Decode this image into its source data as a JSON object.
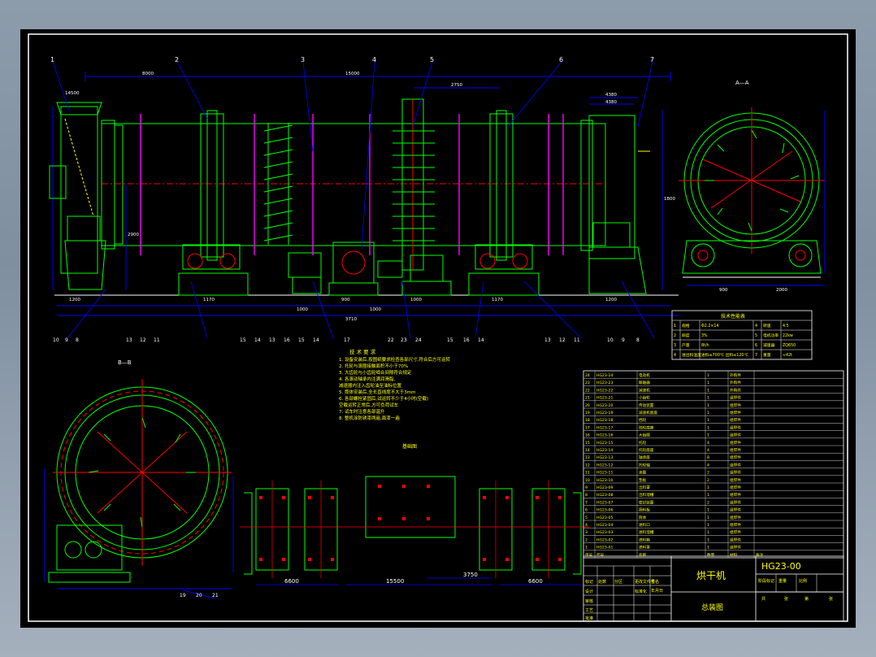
{
  "drawing": {
    "title": "烘干机",
    "subtitle": "总装图",
    "drawing_number": "HG23-00",
    "sheet_frame_color": "#ffffff",
    "colors": {
      "outline": "#00ff00",
      "dimension": "#0000ff",
      "centerline": "#ff0000",
      "shell_rings": "#ff00ff",
      "text": "#ffff00",
      "table": "#ffffff"
    }
  },
  "views": {
    "section_a_label": "A—A",
    "section_b_label": "B—B",
    "foundation_title": "基础图"
  },
  "callouts": {
    "top": [
      "1",
      "2",
      "3",
      "4",
      "5",
      "6",
      "7"
    ],
    "bottom": [
      "10",
      "9",
      "8",
      "13",
      "12",
      "11",
      "15",
      "14",
      "13",
      "16",
      "15",
      "14",
      "17",
      "22",
      "23",
      "24",
      "15",
      "16",
      "14",
      "13",
      "12",
      "11",
      "10",
      "9",
      "8"
    ],
    "section_b": [
      "19",
      "20",
      "21"
    ]
  },
  "dimensions": {
    "main": [
      "14500",
      "8000",
      "15000",
      "2750",
      "1000",
      "1000",
      "4380",
      "4380",
      "1200",
      "1170",
      "1170",
      "3710",
      "2900",
      "1200",
      "1000",
      "900",
      "1800",
      "900",
      "2000"
    ],
    "foundation": [
      "6600",
      "15500",
      "3750",
      "6600"
    ]
  },
  "tech_requirements": {
    "title": "技 术 要 求",
    "lines": [
      "1. 设备安装后,按图纸要求检查各部尺寸,符合后方可运转",
      "2. 托轮与滚圈接触面积不小于70%",
      "3. 大齿轮与小齿轮啮合间隙符合规定",
      "4. 各滚动轴承内注满润滑脂,",
      "   减速器内注入齿轮油至油标位置",
      "5. 筒体安装后,全长直线度不大于3mm",
      "6. 各部螺栓紧固后,试运转不少于4小时(空载)",
      "   空载运转正常后,方可负荷试车",
      "7. 试车时注意各部温升",
      "8. 整机涂防锈漆两遍,面漆一遍"
    ]
  },
  "tech_spec_table": {
    "title": "技术性能表",
    "rows": [
      [
        "1",
        "规格",
        "Φ2.2×14",
        "4",
        "转速",
        "4.5"
      ],
      [
        "2",
        "斜度",
        "3%",
        "5",
        "电机功率",
        "22kw"
      ],
      [
        "3",
        "产量",
        "8t/h",
        "6",
        "减速器",
        "ZQ650"
      ],
      [
        "4",
        "进出料温度",
        "进料≤700℃ 出料≤120℃",
        "7",
        "重量",
        "≈42t"
      ]
    ]
  },
  "parts_table": {
    "rows": [
      [
        "24",
        "HG23-24",
        "电动机",
        "1",
        "外购件",
        ""
      ],
      [
        "23",
        "HG23-23",
        "联轴器",
        "1",
        "外购件",
        ""
      ],
      [
        "22",
        "HG23-22",
        "减速机",
        "1",
        "外购件",
        ""
      ],
      [
        "21",
        "HG23-21",
        "小齿轮",
        "1",
        "组焊件",
        ""
      ],
      [
        "20",
        "HG23-20",
        "传动装置",
        "1",
        "组焊件",
        ""
      ],
      [
        "19",
        "HG23-19",
        "减速机底座",
        "1",
        "组焊件",
        ""
      ],
      [
        "18",
        "HG23-18",
        "挡轮",
        "1",
        "组焊件",
        ""
      ],
      [
        "17",
        "HG23-17",
        "挡轮底座",
        "1",
        "组焊件",
        ""
      ],
      [
        "16",
        "HG23-16",
        "大齿圈",
        "1",
        "组焊件",
        ""
      ],
      [
        "15",
        "HG23-15",
        "托轮",
        "4",
        "组焊件",
        ""
      ],
      [
        "14",
        "HG23-14",
        "托轮底座",
        "4",
        "组焊件",
        ""
      ],
      [
        "13",
        "HG23-13",
        "轴承座",
        "8",
        "组焊件",
        ""
      ],
      [
        "12",
        "HG23-12",
        "托轮轴",
        "4",
        "组焊件",
        ""
      ],
      [
        "11",
        "HG23-11",
        "滚圈",
        "2",
        "组焊件",
        ""
      ],
      [
        "10",
        "HG23-10",
        "垫板",
        "2",
        "组焊件",
        ""
      ],
      [
        "9",
        "HG23-09",
        "出料罩",
        "1",
        "组焊件",
        ""
      ],
      [
        "8",
        "HG23-08",
        "出料溜槽",
        "1",
        "组焊件",
        ""
      ],
      [
        "7",
        "HG23-07",
        "密封装置",
        "2",
        "组焊件",
        ""
      ],
      [
        "6",
        "HG23-06",
        "扬料板",
        "1",
        "组焊件",
        ""
      ],
      [
        "5",
        "HG23-05",
        "筒体",
        "1",
        "组焊件",
        ""
      ],
      [
        "4",
        "HG23-04",
        "进料口",
        "1",
        "组焊件",
        ""
      ],
      [
        "3",
        "HG23-03",
        "进料溜槽",
        "1",
        "组焊件",
        ""
      ],
      [
        "2",
        "HG23-02",
        "进料箱",
        "1",
        "组焊件",
        ""
      ],
      [
        "1",
        "HG23-01",
        "进料罩",
        "1",
        "组焊件",
        ""
      ]
    ],
    "header": [
      "序号",
      "代号",
      "名称",
      "数量",
      "材料",
      "备注"
    ]
  },
  "title_block": {
    "left_labels": [
      "标记",
      "处数",
      "分区",
      "更改文件号",
      "签名",
      "年月日",
      "设计",
      "标准化",
      "审核",
      "工艺",
      "批准"
    ],
    "right_labels": [
      "阶段标记",
      "重量",
      "比例",
      "共",
      "张",
      "第",
      "张"
    ]
  }
}
